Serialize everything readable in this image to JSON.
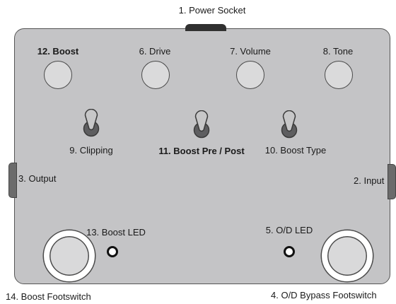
{
  "labels": {
    "power_socket": "1. Power Socket",
    "boost": "12. Boost",
    "drive": "6. Drive",
    "volume": "7. Volume",
    "tone": "8. Tone",
    "clipping": "9. Clipping",
    "boost_pre_post": "11. Boost Pre / Post",
    "boost_type": "10. Boost Type",
    "output": "3. Output",
    "input": "2. Input",
    "boost_led": "13. Boost LED",
    "od_led": "5. O/D LED",
    "boost_footswitch": "14. Boost Footswitch",
    "od_bypass_footswitch": "4. O/D Bypass Footswitch"
  },
  "colors": {
    "enclosure": "#c4c4c6",
    "outline": "#4a4a4a",
    "toggle_body": "#5e5e60",
    "toggle_lever": "#c7c7c8"
  }
}
